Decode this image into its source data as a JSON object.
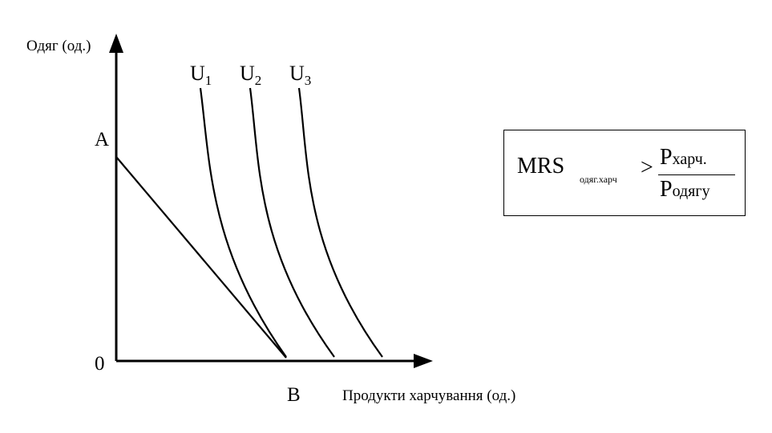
{
  "axes": {
    "y_title": "Одяг (од.)",
    "x_title": "Продукти харчування (од.)",
    "origin_label": "0",
    "point_a_label": "A",
    "point_b_label": "B"
  },
  "curves": [
    {
      "letter": "U",
      "sub": "1"
    },
    {
      "letter": "U",
      "sub": "2"
    },
    {
      "letter": "U",
      "sub": "3"
    }
  ],
  "formula": {
    "mrs": "MRS",
    "mrs_sub": "одяг.харч",
    "relation": ">",
    "num_big": "P",
    "num_small": "харч.",
    "den_big": "P",
    "den_small": "одягу"
  }
}
